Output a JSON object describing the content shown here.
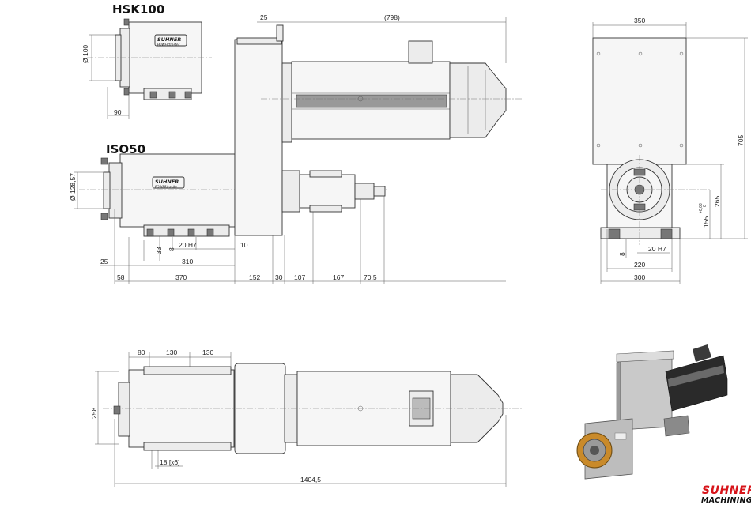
{
  "labels": {
    "hsk_title": "HSK100",
    "iso_title": "ISO50"
  },
  "side_view": {
    "dim_25_top": "25",
    "dim_798": "(798)",
    "dim_d100": "Ø 100",
    "dim_90": "90",
    "dim_d128": "Ø 128,57",
    "dim_8": "8",
    "dim_33": "33",
    "dim_20h7": "20 H7",
    "dim_10": "10",
    "dim_310": "310",
    "dim_25": "25",
    "dim_58": "58",
    "dim_370": "370",
    "dim_152": "152",
    "dim_30": "30",
    "dim_107": "107",
    "dim_167": "167",
    "dim_70_5": "70,5"
  },
  "end_view": {
    "dim_350": "350",
    "dim_705": "705",
    "dim_265": "265",
    "dim_155": "155",
    "dim_155_tol_upper": "+0,03",
    "dim_155_tol_lower": "0",
    "dim_8": "8",
    "dim_20h7": "20 H7",
    "dim_220": "220",
    "dim_300": "300"
  },
  "top_view": {
    "dim_80": "80",
    "dim_130a": "130",
    "dim_130b": "130",
    "dim_258": "258",
    "dim_18x6": "18 [x6]",
    "dim_1404_5": "1404,5"
  },
  "housing_logo": "SUHNER",
  "housing_sublogo": "POWERtrasfer",
  "brand": {
    "top": "SUHNER",
    "bottom": "MACHINING",
    "color": "#d7141a"
  }
}
